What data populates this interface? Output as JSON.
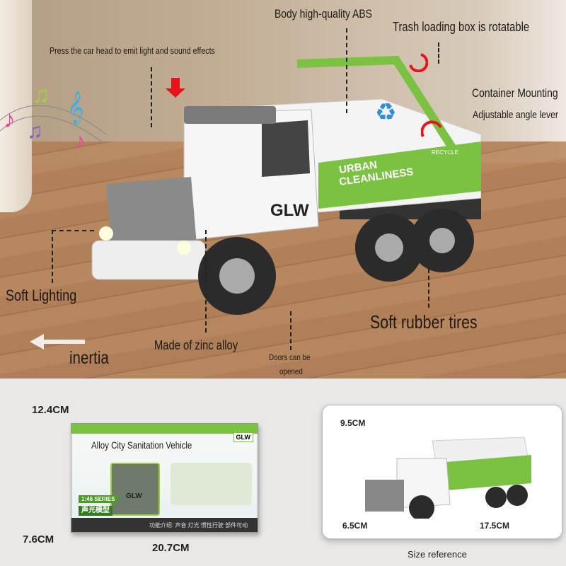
{
  "callouts": {
    "body": "Body high-quality ABS",
    "trash_box": "Trash loading box is rotatable",
    "press": "Press the car head to emit light and sound effects",
    "container": "Container Mounting",
    "lever": "Adjustable angle lever",
    "lighting": "Soft Lighting",
    "tires": "Soft rubber tires",
    "zinc": "Made of zinc alloy",
    "doors_line1": "Doors can be",
    "doors_line2": "opened",
    "inertia": "inertia"
  },
  "truck": {
    "brand": "GLW",
    "side_text_1": "URBAN",
    "side_text_2": "CLEANLINESS",
    "recycle": "RECYCLE"
  },
  "package": {
    "title": "Alloy City Sanitation Vehicle",
    "series": "1:46 SERIES",
    "badge": "声光模型",
    "features": "功能介绍: 声音 灯光 惯性行驶 部件可动",
    "brand": "GLW",
    "height": "12.4CM",
    "depth": "7.6CM",
    "width": "20.7CM"
  },
  "size_reference": {
    "label": "Size reference",
    "height": "9.5CM",
    "width": "6.5CM",
    "length": "17.5CM"
  },
  "colors": {
    "accent_green": "#7cc242",
    "arrow_red": "#e8141b"
  }
}
